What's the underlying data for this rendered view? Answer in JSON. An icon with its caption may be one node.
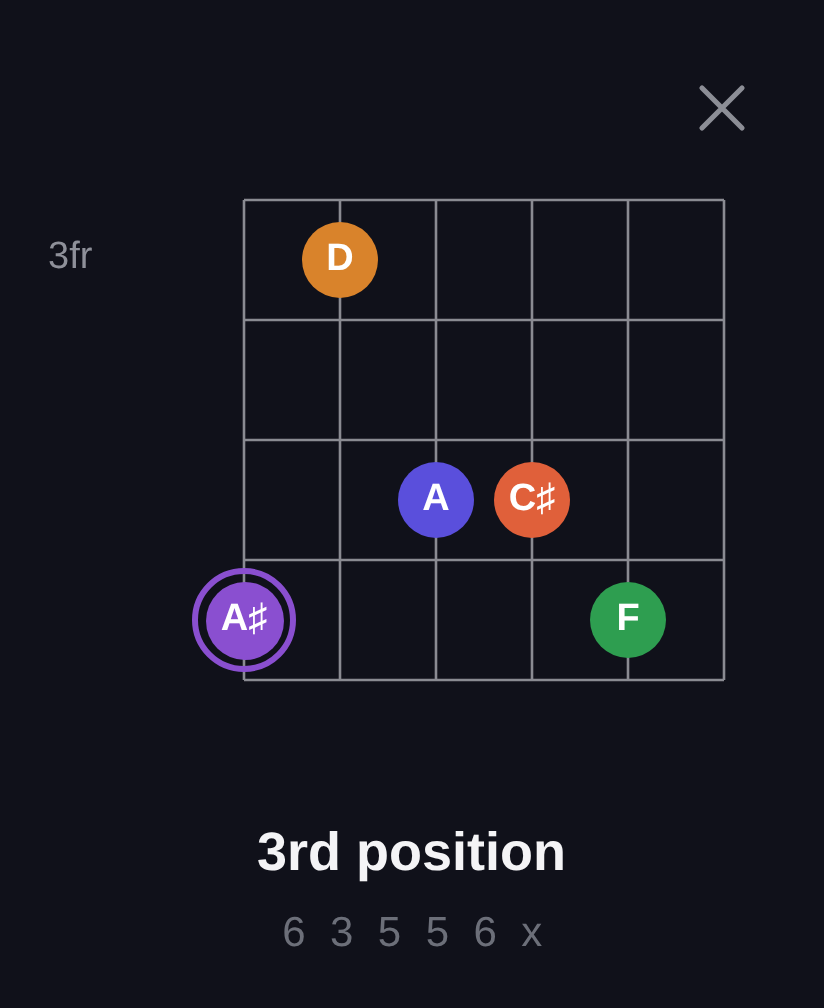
{
  "diagram": {
    "title": "3rd position",
    "nodes": [
      {
        "text": [
          "D"
        ]
      },
      {
        "text": [
          "A"
        ]
      },
      {
        "text": [
          "C♯"
        ]
      },
      {
        "text": [
          "A♯"
        ]
      },
      {
        "text": [
          "F"
        ]
      }
    ],
    "labels": [
      "3fr",
      "6 3 5 5 6 x"
    ]
  }
}
